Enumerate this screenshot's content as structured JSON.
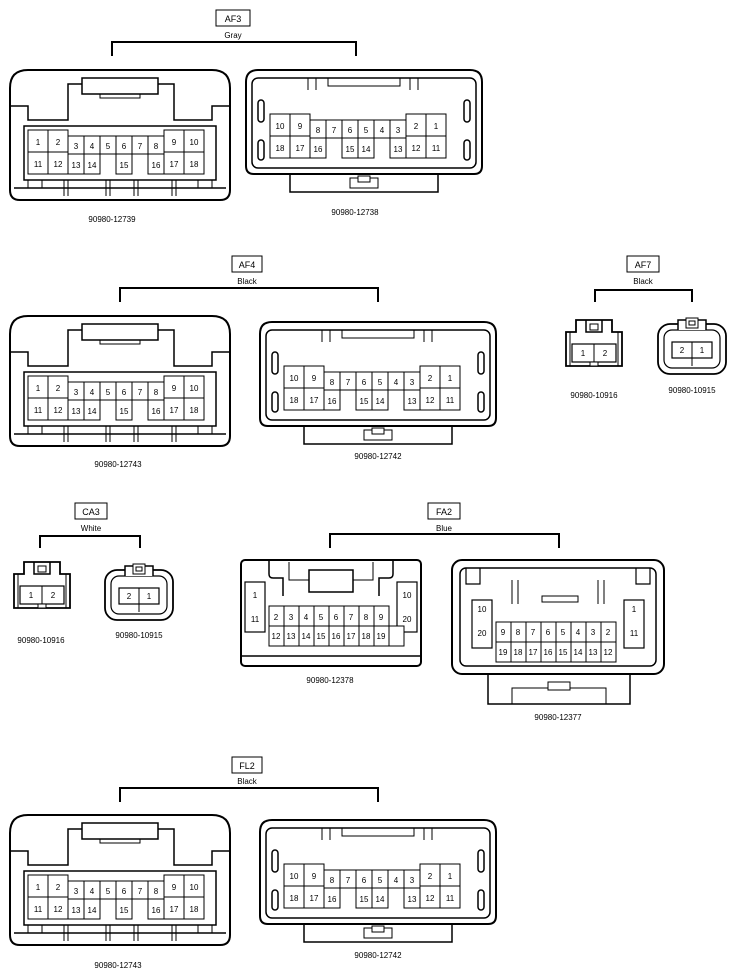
{
  "groups": [
    {
      "code": "AF3",
      "color": "Gray",
      "parts": [
        {
          "number": "90980-12739",
          "kind": "p18_female"
        },
        {
          "number": "90980-12738",
          "kind": "p18_male"
        }
      ]
    },
    {
      "code": "AF4",
      "color": "Black",
      "parts": [
        {
          "number": "90980-12743",
          "kind": "p18_female"
        },
        {
          "number": "90980-12742",
          "kind": "p18_male"
        }
      ]
    },
    {
      "code": "AF7",
      "color": "Black",
      "parts": [
        {
          "number": "90980-10916",
          "kind": "p2_female"
        },
        {
          "number": "90980-10915",
          "kind": "p2_male"
        }
      ]
    },
    {
      "code": "CA3",
      "color": "White",
      "parts": [
        {
          "number": "90980-10916",
          "kind": "p2_female"
        },
        {
          "number": "90980-10915",
          "kind": "p2_male"
        }
      ]
    },
    {
      "code": "FA2",
      "color": "Blue",
      "parts": [
        {
          "number": "90980-12378",
          "kind": "p20_female"
        },
        {
          "number": "90980-12377",
          "kind": "p20_male"
        }
      ]
    },
    {
      "code": "FL2",
      "color": "Black",
      "parts": [
        {
          "number": "90980-12743",
          "kind": "p18_female"
        },
        {
          "number": "90980-12742",
          "kind": "p18_male"
        }
      ]
    }
  ]
}
